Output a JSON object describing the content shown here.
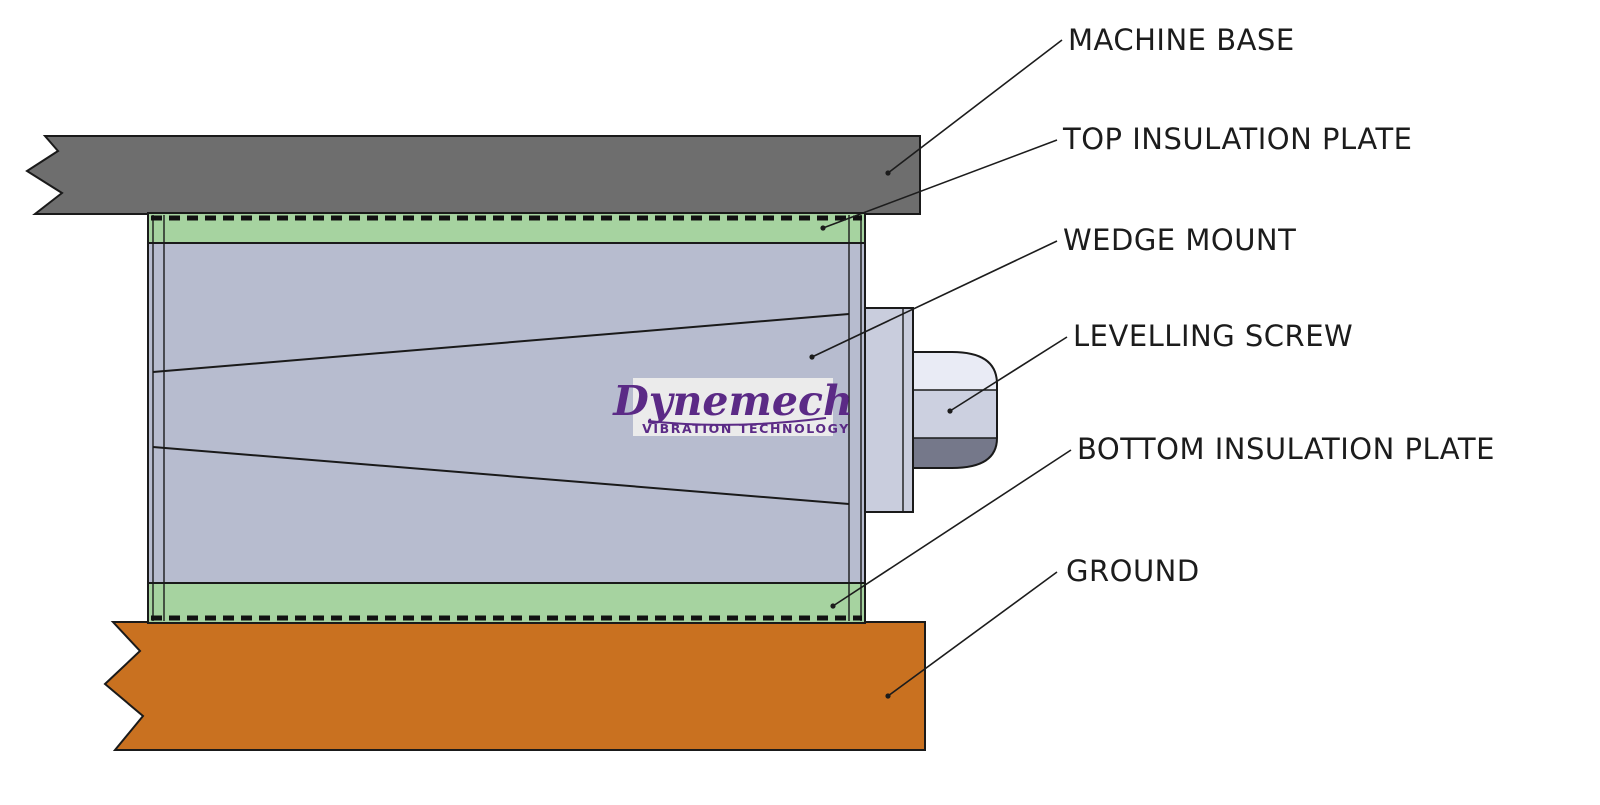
{
  "diagram": {
    "kind": "wedge-mount-installation-cross-section",
    "labels": {
      "machine_base": "MACHINE BASE",
      "top_insulation_plate": "TOP INSULATION PLATE",
      "wedge_mount": "WEDGE MOUNT",
      "levelling_screw": "LEVELLING SCREW",
      "bottom_insulation_plate": "BOTTOM INSULATION PLATE",
      "ground": "GROUND"
    },
    "logo": {
      "brand": "Dynemech",
      "tagline": "VIBRATION TECHNOLOGY",
      "color": "#5b2a86"
    },
    "colors": {
      "machine_base": "#6e6e6e",
      "insulation_plate": "#a6d3a0",
      "wedge_body": "#b7bccf",
      "screw_plate": "#c9cddd",
      "screw_top": "#e9ebf5",
      "screw_mid": "#ccd0e0",
      "screw_bottom": "#75788a",
      "ground": "#c97120",
      "outline": "#1a1a1a",
      "label_text": "#1c1c1c"
    }
  }
}
